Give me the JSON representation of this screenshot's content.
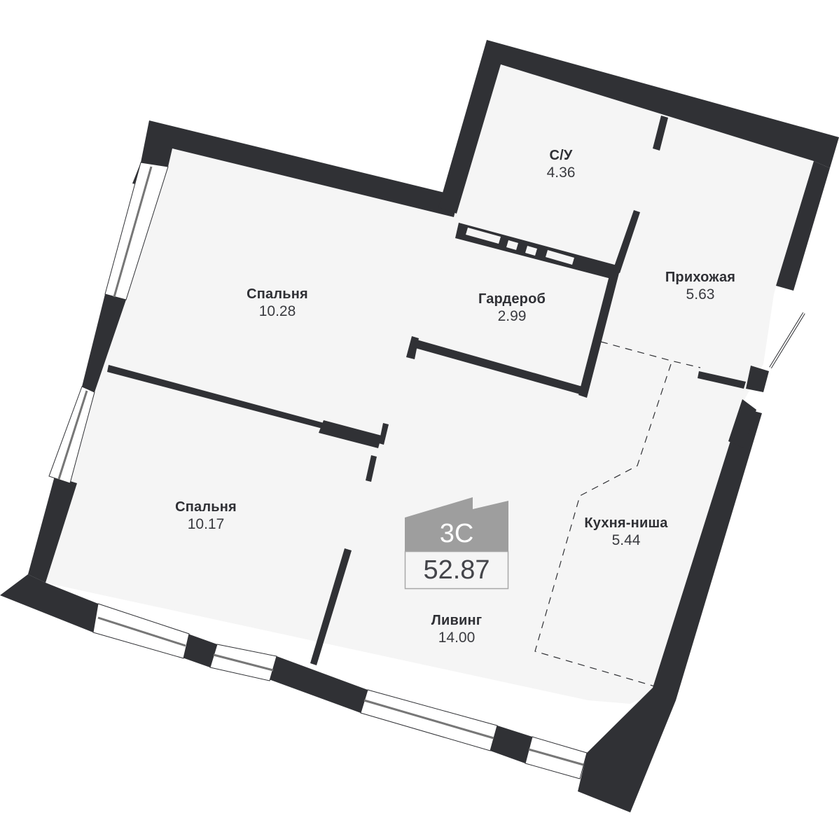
{
  "plan": {
    "apartment_type": "3С",
    "total_area": "52.87",
    "rooms": [
      {
        "id": "bathroom",
        "name": "С/У",
        "area": "4.36"
      },
      {
        "id": "hallway",
        "name": "Прихожая",
        "area": "5.63"
      },
      {
        "id": "bedroom-1",
        "name": "Спальня",
        "area": "10.28"
      },
      {
        "id": "wardrobe",
        "name": "Гардероб",
        "area": "2.99"
      },
      {
        "id": "bedroom-2",
        "name": "Спальня",
        "area": "10.17"
      },
      {
        "id": "kitchen-niche",
        "name": "Кухня-ниша",
        "area": "5.44"
      },
      {
        "id": "living",
        "name": "Ливинг",
        "area": "14.00"
      }
    ]
  },
  "colors": {
    "wall": "#303135",
    "floor": "#f5f5f5",
    "background": "#ffffff",
    "badge_fill": "#9e9e9e",
    "badge_border": "#a8a8a8",
    "text": "#2f3035"
  }
}
